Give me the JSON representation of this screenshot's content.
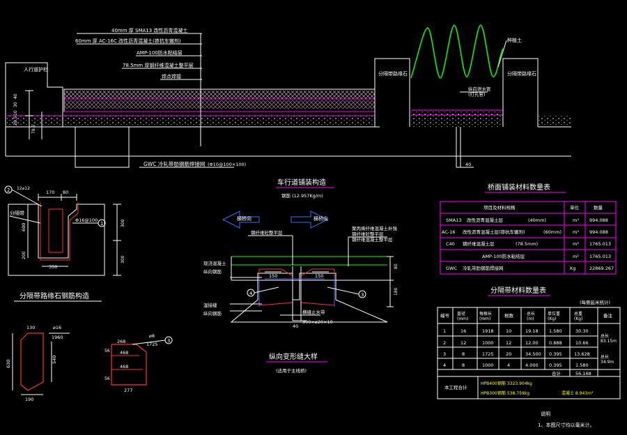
{
  "deck_layers": [
    {
      "label": "40mm 厚 SMA13 改性沥青混凝土"
    },
    {
      "label": "60mm 厚 AC-16C 改性沥青混凝土(掺抗车辙剂)"
    },
    {
      "label": "AMP-100防水粘结层"
    },
    {
      "label": "78.5mm 厚钢纤维混凝土整平层"
    },
    {
      "label": "焊点焊接"
    }
  ],
  "main_labels": {
    "left_barrier": "人行道护栏",
    "median_left": "分隔带路缘石",
    "median_right": "分隔带路缘石",
    "planting": "种植土",
    "drain_pipe": "纵向泄水管\n(打孔管)",
    "mesh": "GWC 冷轧带肋钢筋焊接网",
    "mesh_spec": "(Φ10@100×100)",
    "dim_40": "40",
    "dim_30": "30",
    "dim_10": "10",
    "dim_285": "28.5",
    "dim_785": "78.5",
    "dim_40b": "40"
  },
  "curb_detail": {
    "title": "分隔带路缘石钢筋构造",
    "dim_top": "170",
    "dim_top2": "80",
    "dim_left": "600",
    "dim_bottom": "350",
    "dim_b2": "200",
    "dim_right1": "300",
    "dim_right2": "300",
    "label_median": "分隔带",
    "rebar_top": "12⌀12",
    "rebar_side": "Φ16@100",
    "circle1": "1",
    "circle2": "2"
  },
  "bar_shapes": {
    "bar1_top": "130",
    "bar1_d": "⌀16",
    "bar1_len": "1960",
    "bar1_h1": "630",
    "bar1_h2": "540",
    "bar1_bot": "190",
    "bar3_d": "⌀8",
    "bar3_len": "1725",
    "bar3_a": "268",
    "bar3_b": "468",
    "bar3_c": "468",
    "bar3_d1": "56",
    "bar3_d2": "56",
    "bar3_bot": "277",
    "circle3": "3"
  },
  "joint_detail": {
    "title": "车行道铺装构造",
    "subtitle": "钢筋 (12.957Kg/m)",
    "dir_left": "横桥向",
    "dir_right": "横桥向",
    "note_a": "钢纤维砼整平层",
    "note_b": "聚丙烯纤维混凝土补强",
    "note_c": "钢纤维砼整平层",
    "note_d": "钢纤维混凝土整平层",
    "label_l1": "现浇混凝土",
    "label_l2": "纵向钢筋",
    "label_l3": "湿接缝",
    "label_l4": "纵向钢筋",
    "dim_150a": "150",
    "dim_150b": "150",
    "dim_40": "40",
    "dim_80": "80",
    "dim_180": "180",
    "bottom_label": "横缝止水带",
    "bottom_dim": "300×⌀20×10",
    "c3": "3",
    "c4": "4",
    "long_title": "纵向变形缝大样",
    "long_sub": "(适用于主线桥)"
  },
  "deck_table": {
    "title": "桥面铺装材料数量表",
    "headers": [
      "项目及材料规格",
      "单位",
      "数量"
    ],
    "rows": [
      {
        "prefix": "SMA13",
        "name": "改性沥青混凝土层",
        "thick": "(40mm)",
        "unit": "m³",
        "qty": "994.088"
      },
      {
        "prefix": "AC-16",
        "name": "改性沥青混凝土层(掺抗车辙剂)",
        "thick": "(60mm)",
        "unit": "m³",
        "qty": "994.088"
      },
      {
        "prefix": "C40",
        "name": "钢纤维混凝土层",
        "thick": "(78.5mm)",
        "unit": "m³",
        "qty": "1765.013"
      },
      {
        "prefix": "",
        "name": "AMP-100防水粘结层",
        "thick": "",
        "unit": "m²",
        "qty": "1765.013"
      },
      {
        "prefix": "GWC",
        "name": "冷轧带肋钢筋焊接网",
        "thick": "",
        "unit": "Kg",
        "qty": "22869.267"
      }
    ]
  },
  "median_table": {
    "title": "分隔带材料数量表",
    "note": "(每侧延米统计)",
    "headers": [
      "编号",
      "直径\n(mm)",
      "每根长\n(mm)",
      "根数",
      "总长\n(m)",
      "单位重\n(Kg)",
      "总重\n(Kg)",
      "备注"
    ],
    "rows": [
      [
        "1",
        "16",
        "1918",
        "10",
        "19.18",
        "1.580",
        "30.30"
      ],
      [
        "2",
        "12",
        "1000",
        "12",
        "12.00",
        "0.888",
        "10.66"
      ],
      [
        "3",
        "8",
        "1725",
        "20",
        "34.500",
        "0.395",
        "13.628"
      ],
      [
        "4",
        "8",
        "1000",
        "4",
        "4.000",
        "0.395",
        "1.580"
      ]
    ],
    "total_label": "合计",
    "total_value": "56.168",
    "remark1": "总长\n83.15m",
    "remark2": "总长\n34.9m",
    "project_label": "本工程合计",
    "hpb_a": "HPB400",
    "hpb_a_val": "钢筋 3323.904kg",
    "hpb_b": "HPB300",
    "hpb_b_val": "钢筋 538.759kg",
    "concrete": "混凝土 8.943m³"
  },
  "notes": {
    "title": "说明",
    "item1": "1、本图尺寸均以毫米计。"
  },
  "colors": {
    "white": "#ffffff",
    "yellow": "#ffff00",
    "magenta": "#ff00ff",
    "green": "#00ff00",
    "cyan": "#00ffff",
    "red": "#ff3030",
    "blue": "#3b6cff"
  }
}
